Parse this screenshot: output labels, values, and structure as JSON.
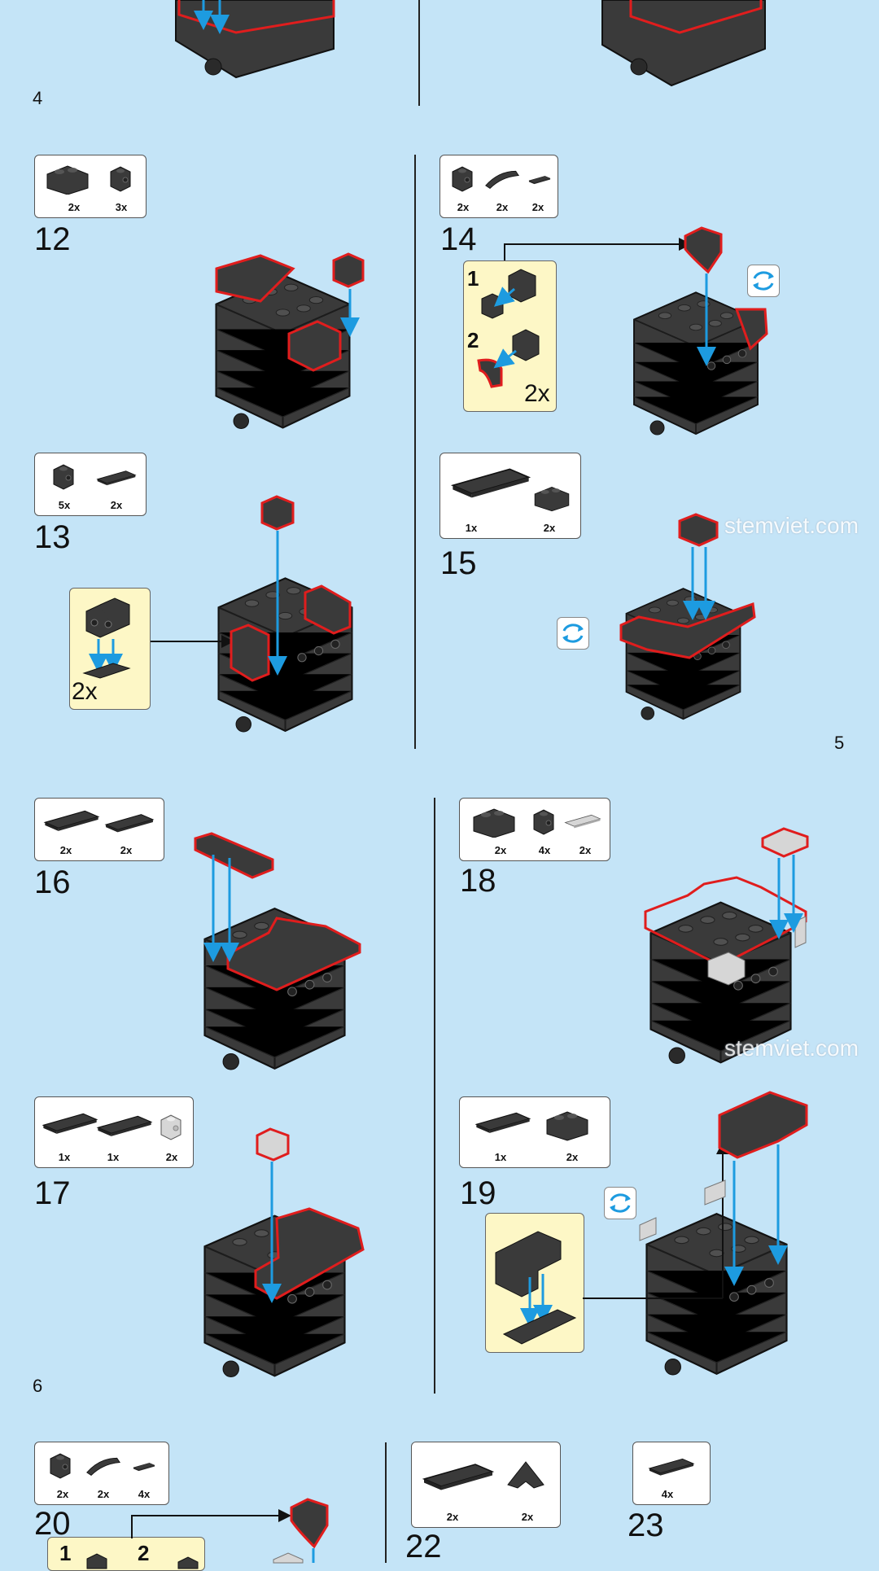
{
  "page_numbers": {
    "p4": "4",
    "p5": "5",
    "p6": "6"
  },
  "watermark": "stemviet.com",
  "colors": {
    "background": "#c4e4f7",
    "brick": "#3a3a3a",
    "highlight": "#e01d1d",
    "arrow": "#1d9be0",
    "callout": "#fdf7c6",
    "light_brick": "#d6d6d6"
  },
  "steps": [
    {
      "number": "12",
      "parts": [
        {
          "icon": "brick-2x2-corner",
          "qty": "2x"
        },
        {
          "icon": "brick-1x1-stud-side",
          "qty": "3x"
        }
      ]
    },
    {
      "number": "13",
      "parts": [
        {
          "icon": "brick-1x1-stud-side",
          "qty": "5x"
        },
        {
          "icon": "plate-1x2",
          "qty": "2x"
        }
      ],
      "callout_mult": "2x"
    },
    {
      "number": "14",
      "parts": [
        {
          "icon": "brick-1x1-stud-side",
          "qty": "2x"
        },
        {
          "icon": "slope-curved-2x1",
          "qty": "2x"
        },
        {
          "icon": "plate-1x1",
          "qty": "2x"
        }
      ],
      "callout_steps": [
        "1",
        "2"
      ],
      "callout_mult": "2x"
    },
    {
      "number": "15",
      "parts": [
        {
          "icon": "plate-1x6",
          "qty": "1x"
        },
        {
          "icon": "brick-1x2",
          "qty": "2x"
        }
      ]
    },
    {
      "number": "16",
      "parts": [
        {
          "icon": "plate-1x4",
          "qty": "2x"
        },
        {
          "icon": "plate-1x3",
          "qty": "2x"
        }
      ]
    },
    {
      "number": "17",
      "parts": [
        {
          "icon": "brick-1x4",
          "qty": "1x"
        },
        {
          "icon": "plate-1x4",
          "qty": "1x"
        },
        {
          "icon": "brick-1x1-stud-side-light",
          "qty": "2x"
        }
      ]
    },
    {
      "number": "18",
      "parts": [
        {
          "icon": "brick-2x2-corner",
          "qty": "2x"
        },
        {
          "icon": "brick-1x1-stud-side",
          "qty": "4x"
        },
        {
          "icon": "plate-1x2-light",
          "qty": "2x"
        }
      ]
    },
    {
      "number": "19",
      "parts": [
        {
          "icon": "plate-1x4",
          "qty": "1x"
        },
        {
          "icon": "brick-2x2-corner",
          "qty": "2x"
        }
      ]
    },
    {
      "number": "20",
      "parts": [
        {
          "icon": "brick-1x1-stud-side",
          "qty": "2x"
        },
        {
          "icon": "slope-curved-2x1",
          "qty": "2x"
        },
        {
          "icon": "plate-1x1",
          "qty": "4x"
        }
      ],
      "callout_steps": [
        "1",
        "2"
      ]
    },
    {
      "number": "22",
      "parts": [
        {
          "icon": "plate-2x4",
          "qty": "2x"
        },
        {
          "icon": "wedge-plate-3x3",
          "qty": "2x"
        }
      ]
    },
    {
      "number": "23",
      "parts": [
        {
          "icon": "plate-1x2",
          "qty": "4x"
        }
      ]
    }
  ]
}
